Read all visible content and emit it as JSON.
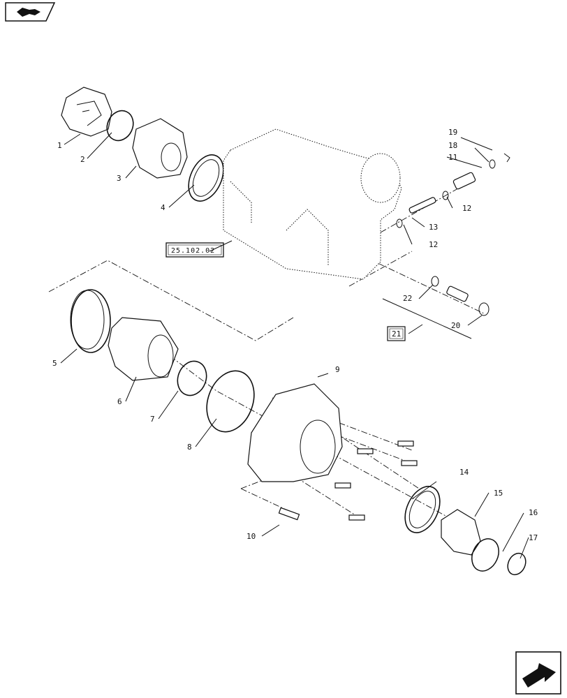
{
  "diagram": {
    "labels": [
      "1",
      "2",
      "3",
      "4",
      "5",
      "6",
      "7",
      "8",
      "9",
      "10",
      "11",
      "12",
      "12",
      "13",
      "14",
      "15",
      "16",
      "17",
      "18",
      "19",
      "20",
      "21",
      "22"
    ],
    "ref_box": "25.102.02",
    "group_box": "21"
  },
  "icons": {
    "top_left": "book-arrow-icon",
    "bottom_right": "next-page-arrow-icon"
  }
}
